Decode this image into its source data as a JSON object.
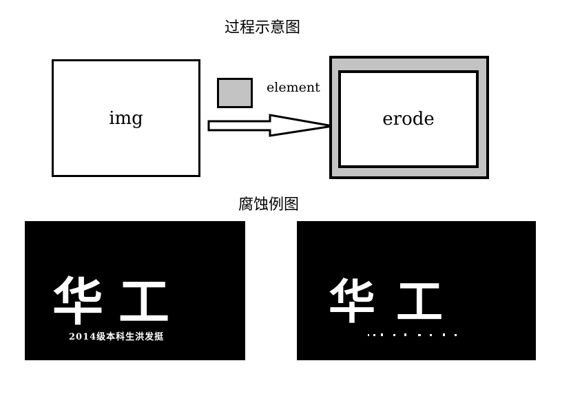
{
  "titles": {
    "process_diagram": "过程示意图",
    "erosion_example": "腐蚀例图"
  },
  "diagram": {
    "input_label": "img",
    "element_label": "element",
    "output_label": "erode",
    "colors": {
      "structuring_element": "#c3c3c3",
      "border": "#000000"
    }
  },
  "examples": {
    "original_image": {
      "chars": "华工",
      "caption": "2014级本科生洪发挺"
    },
    "eroded_image": {
      "chars": "华工"
    }
  }
}
